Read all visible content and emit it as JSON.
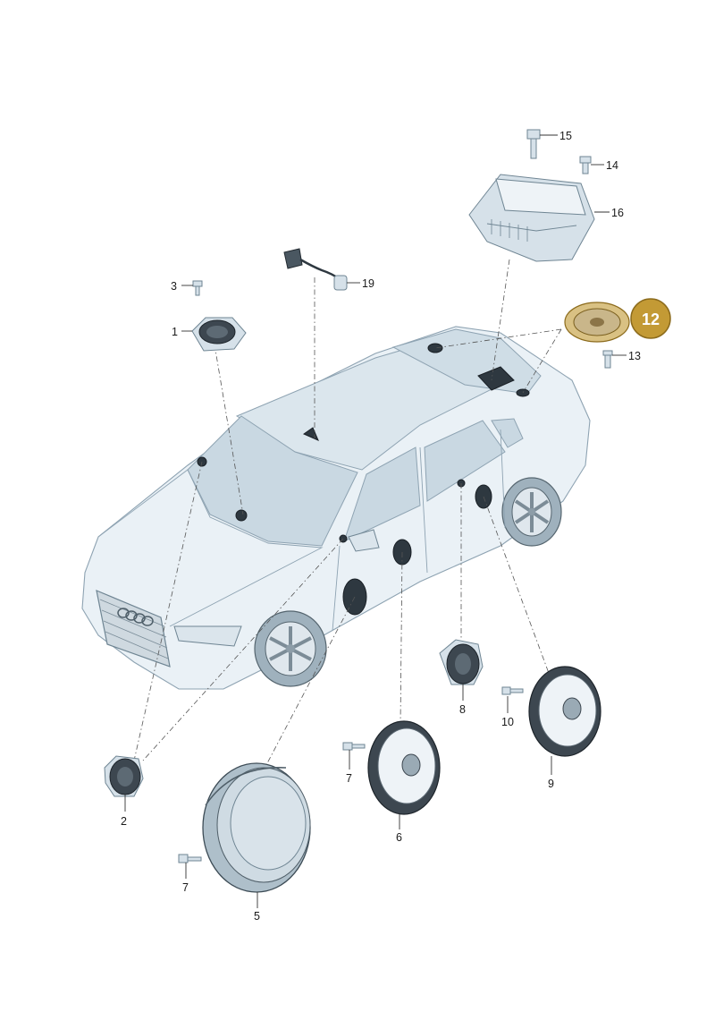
{
  "callouts": {
    "c1": "1",
    "c2": "2",
    "c3": "3",
    "c5": "5",
    "c6": "6",
    "c7a": "7",
    "c7b": "7",
    "c8": "8",
    "c9": "9",
    "c10": "10",
    "c12": "12",
    "c13": "13",
    "c14": "14",
    "c15": "15",
    "c16": "16",
    "c19": "19"
  },
  "colors": {
    "highlight": "#c39a35",
    "outline": "#6f8593"
  }
}
